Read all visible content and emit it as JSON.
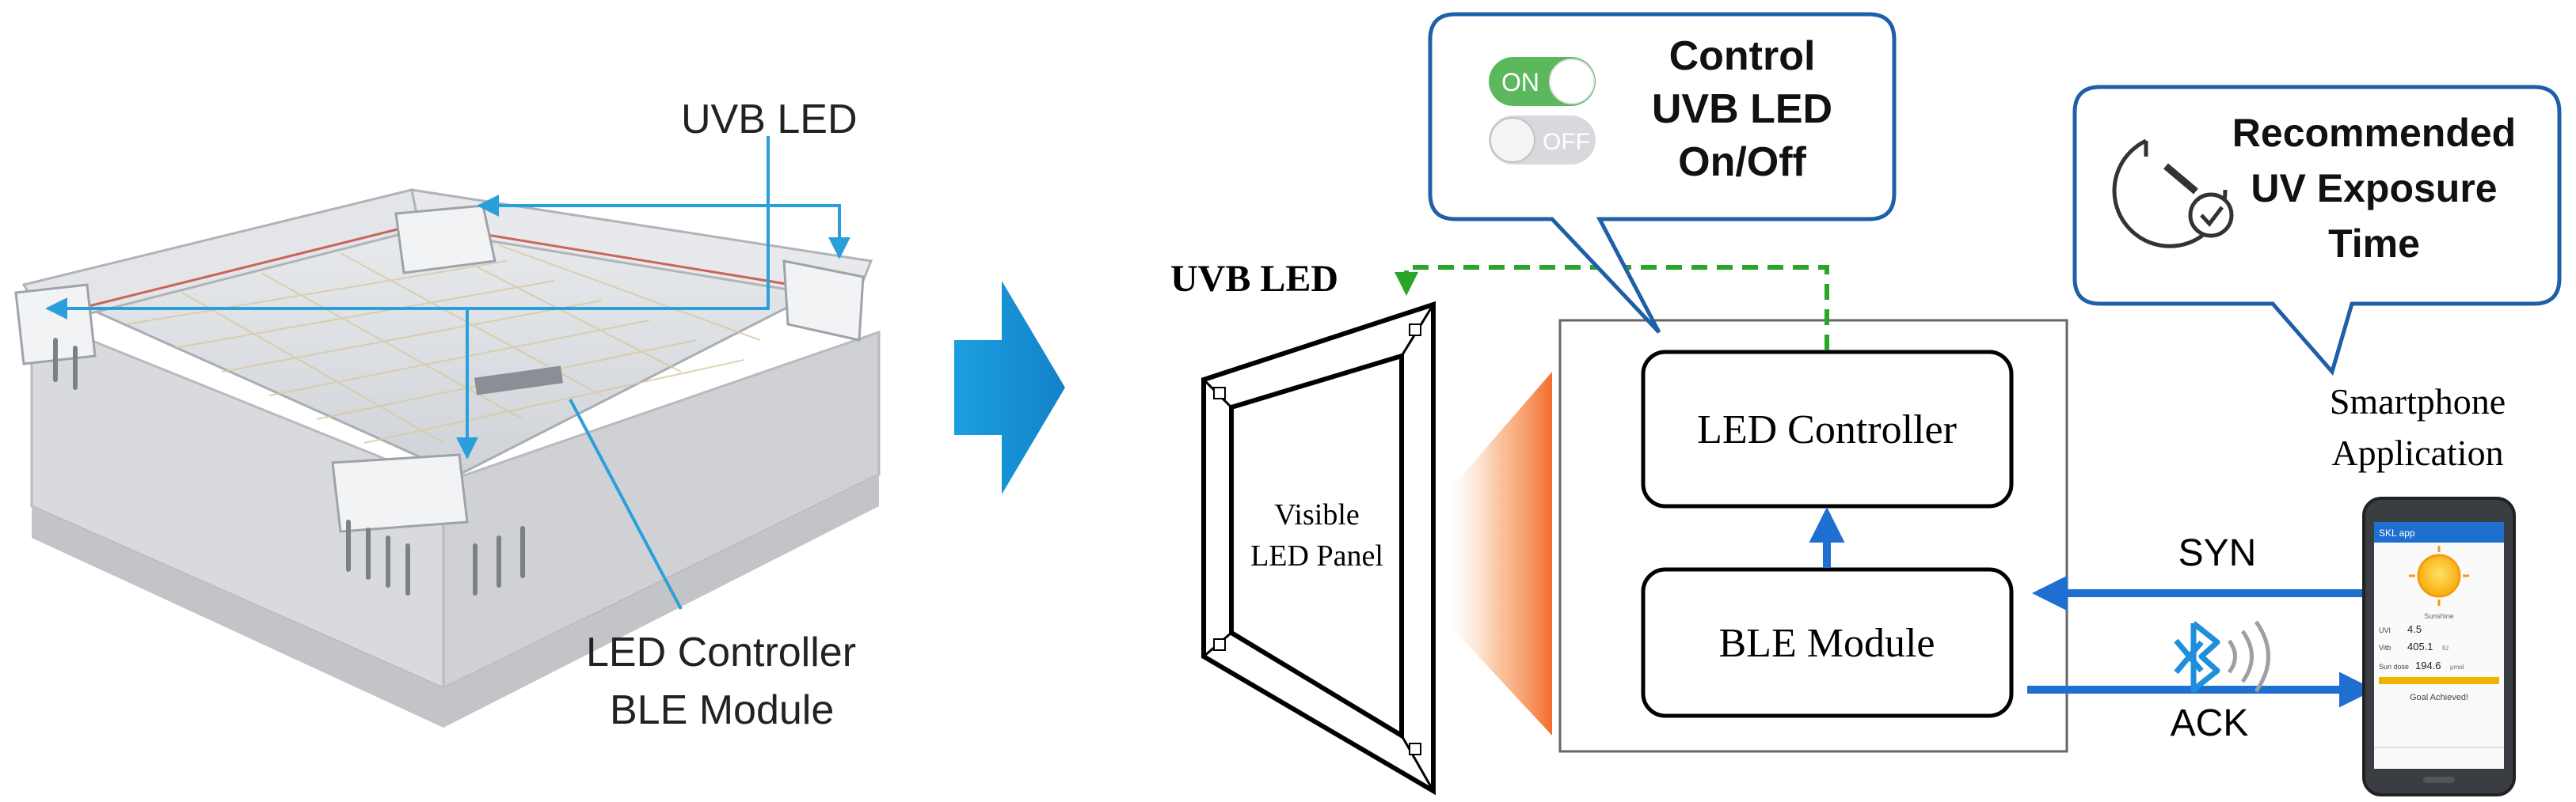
{
  "photo": {
    "uvb_led_label": "UVB LED",
    "controller_label_line1": "LED Controller",
    "controller_label_line2": "BLE Module"
  },
  "diagram": {
    "uvb_led_title": "UVB LED",
    "visible_panel_line1": "Visible",
    "visible_panel_line2": "LED Panel",
    "led_controller": "LED Controller",
    "ble_module": "BLE Module",
    "syn": "SYN",
    "ack": "ACK",
    "smartphone_line1": "Smartphone",
    "smartphone_line2": "Application"
  },
  "callout_control": {
    "on_label": "ON",
    "off_label": "OFF",
    "line1": "Control",
    "line2": "UVB LED",
    "line3": "On/Off"
  },
  "callout_exposure": {
    "line1": "Recommended",
    "line2": "UV Exposure",
    "line3": "Time"
  },
  "phone_screen": {
    "app_title": "SKL app",
    "weather_caption": "Sunshine",
    "row1_label": "UVI",
    "row1_value": "4.5",
    "row2_label": "Vitb",
    "row2_value": "405.1",
    "row2_unit": "IU",
    "row3_label": "Sun dose",
    "row3_value": "194.6",
    "row3_unit": "μmol",
    "status": "Goal Achieved!"
  },
  "colors": {
    "accent_blue": "#1f6fd1",
    "arrow_blue": "#2a9fdc",
    "green_dashed": "#2aa52a",
    "toggle_on": "#5cb85c",
    "glow_orange": "#f47a2c"
  }
}
